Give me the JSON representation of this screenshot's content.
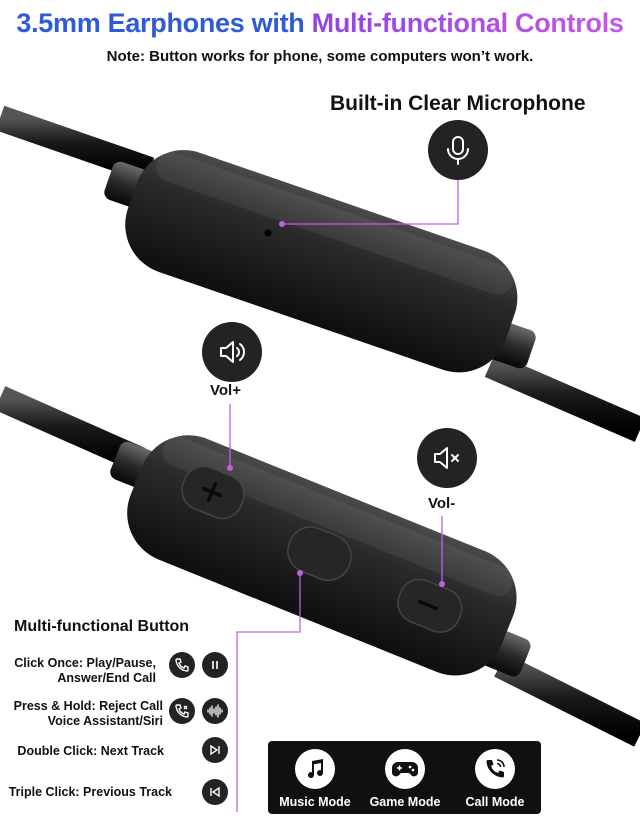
{
  "header": {
    "title_part1": "3.5mm Earphones with",
    "title_part2": "Multi-functional Controls",
    "note": "Note: Button works for phone, some computers won’t work."
  },
  "callouts": {
    "microphone": "Built-in Clear Microphone",
    "vol_up": "Vol+",
    "vol_down": "Vol-"
  },
  "multifunction": {
    "title": "Multi-functional Button",
    "rows": [
      {
        "line1": "Click Once: Play/Pause,",
        "line2": "Answer/End Call",
        "icons": [
          "phone-call-icon",
          "pause-icon"
        ]
      },
      {
        "line1": "Press & Hold: Reject Call",
        "line2": "Voice Assistant/Siri",
        "icons": [
          "phone-reject-icon",
          "voice-wave-icon"
        ]
      },
      {
        "line1": "Double Click: Next Track",
        "line2": "",
        "icons": [
          "next-track-icon"
        ]
      },
      {
        "line1": "Triple Click: Previous Track",
        "line2": "",
        "icons": [
          "previous-track-icon"
        ]
      }
    ]
  },
  "modes": [
    {
      "label": "Music Mode",
      "icon": "music-note-icon"
    },
    {
      "label": "Game Mode",
      "icon": "gamepad-icon"
    },
    {
      "label": "Call Mode",
      "icon": "phone-call-icon"
    }
  ],
  "colors": {
    "title_blue": "#2f5bd6",
    "title_purple": "#a84fe6",
    "callout_line": "#c060e0",
    "icon_bg": "#232323",
    "panel_bg": "#101010"
  }
}
